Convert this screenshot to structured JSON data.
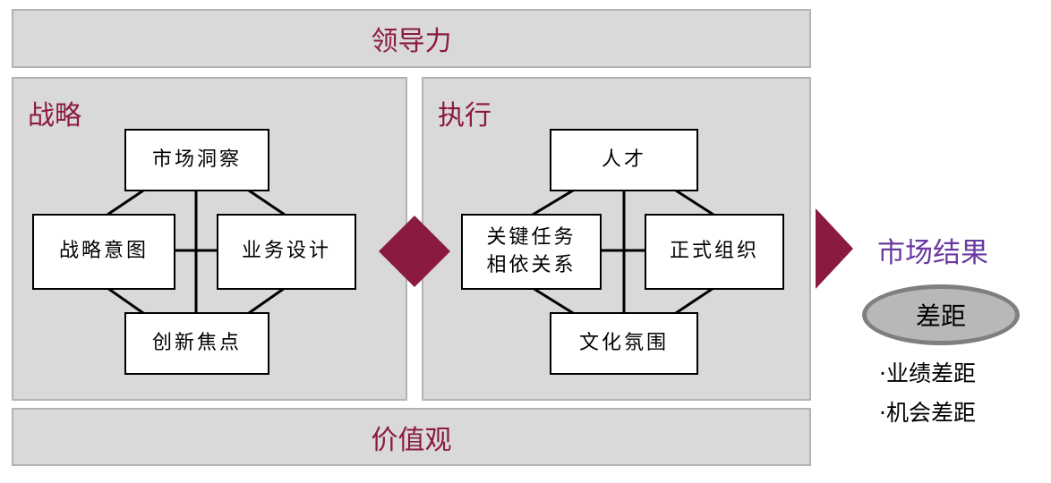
{
  "top_band": "领导力",
  "bottom_band": "价值观",
  "strategy": {
    "title": "战略",
    "top": "市场洞察",
    "left": "战略意图",
    "right": "业务设计",
    "bottom": "创新焦点"
  },
  "execution": {
    "title": "执行",
    "top": "人才",
    "left_line1": "关键任务",
    "left_line2": "相依关系",
    "right": "正式组织",
    "bottom": "文化氛围"
  },
  "result": {
    "title": "市场结果",
    "gap_label": "差距",
    "gap_items": [
      "·业绩差距",
      "·机会差距"
    ]
  },
  "colors": {
    "accent": "#8b1a3f",
    "result_title": "#6a3aa0",
    "panel_bg": "#d9d9d9"
  }
}
